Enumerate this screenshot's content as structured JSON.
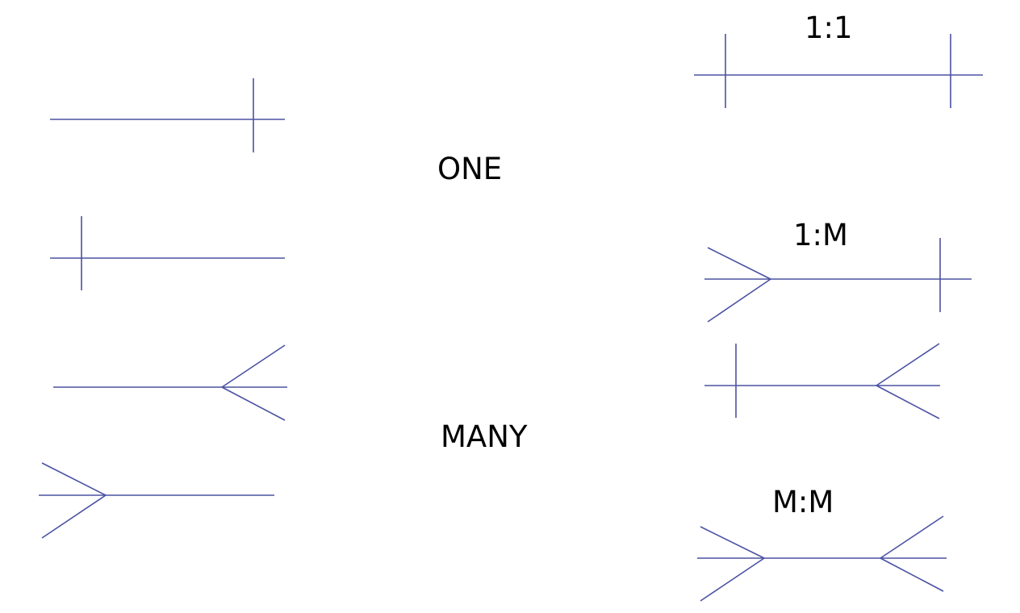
{
  "colors": {
    "line": "#4b52a2",
    "text": "#000000",
    "background": "#ffffff"
  },
  "labels": {
    "one": "ONE",
    "many": "MANY"
  },
  "relationships": {
    "one_to_one": "1:1",
    "one_to_many": "1:M",
    "many_to_many": "M:M"
  }
}
